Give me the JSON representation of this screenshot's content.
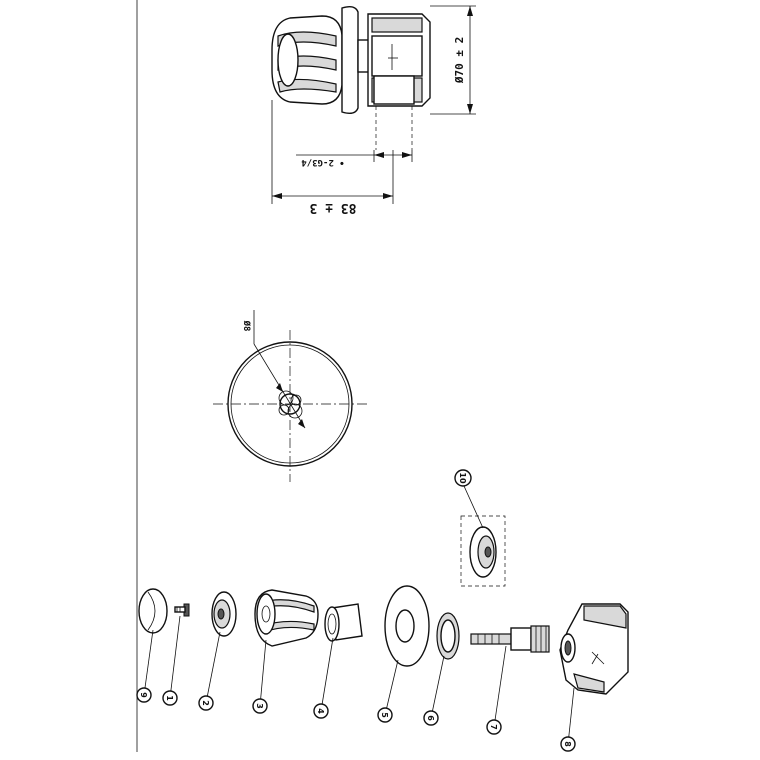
{
  "dimensions": {
    "diameter": "Ø70 ± 2",
    "thread": "• 2-G3/4",
    "length": "83 ± 3",
    "hole": "Ø8"
  },
  "parts": [
    {
      "number": "9"
    },
    {
      "number": "1"
    },
    {
      "number": "2"
    },
    {
      "number": "3"
    },
    {
      "number": "4"
    },
    {
      "number": "5"
    },
    {
      "number": "6"
    },
    {
      "number": "7"
    },
    {
      "number": "8"
    },
    {
      "number": "10"
    }
  ]
}
